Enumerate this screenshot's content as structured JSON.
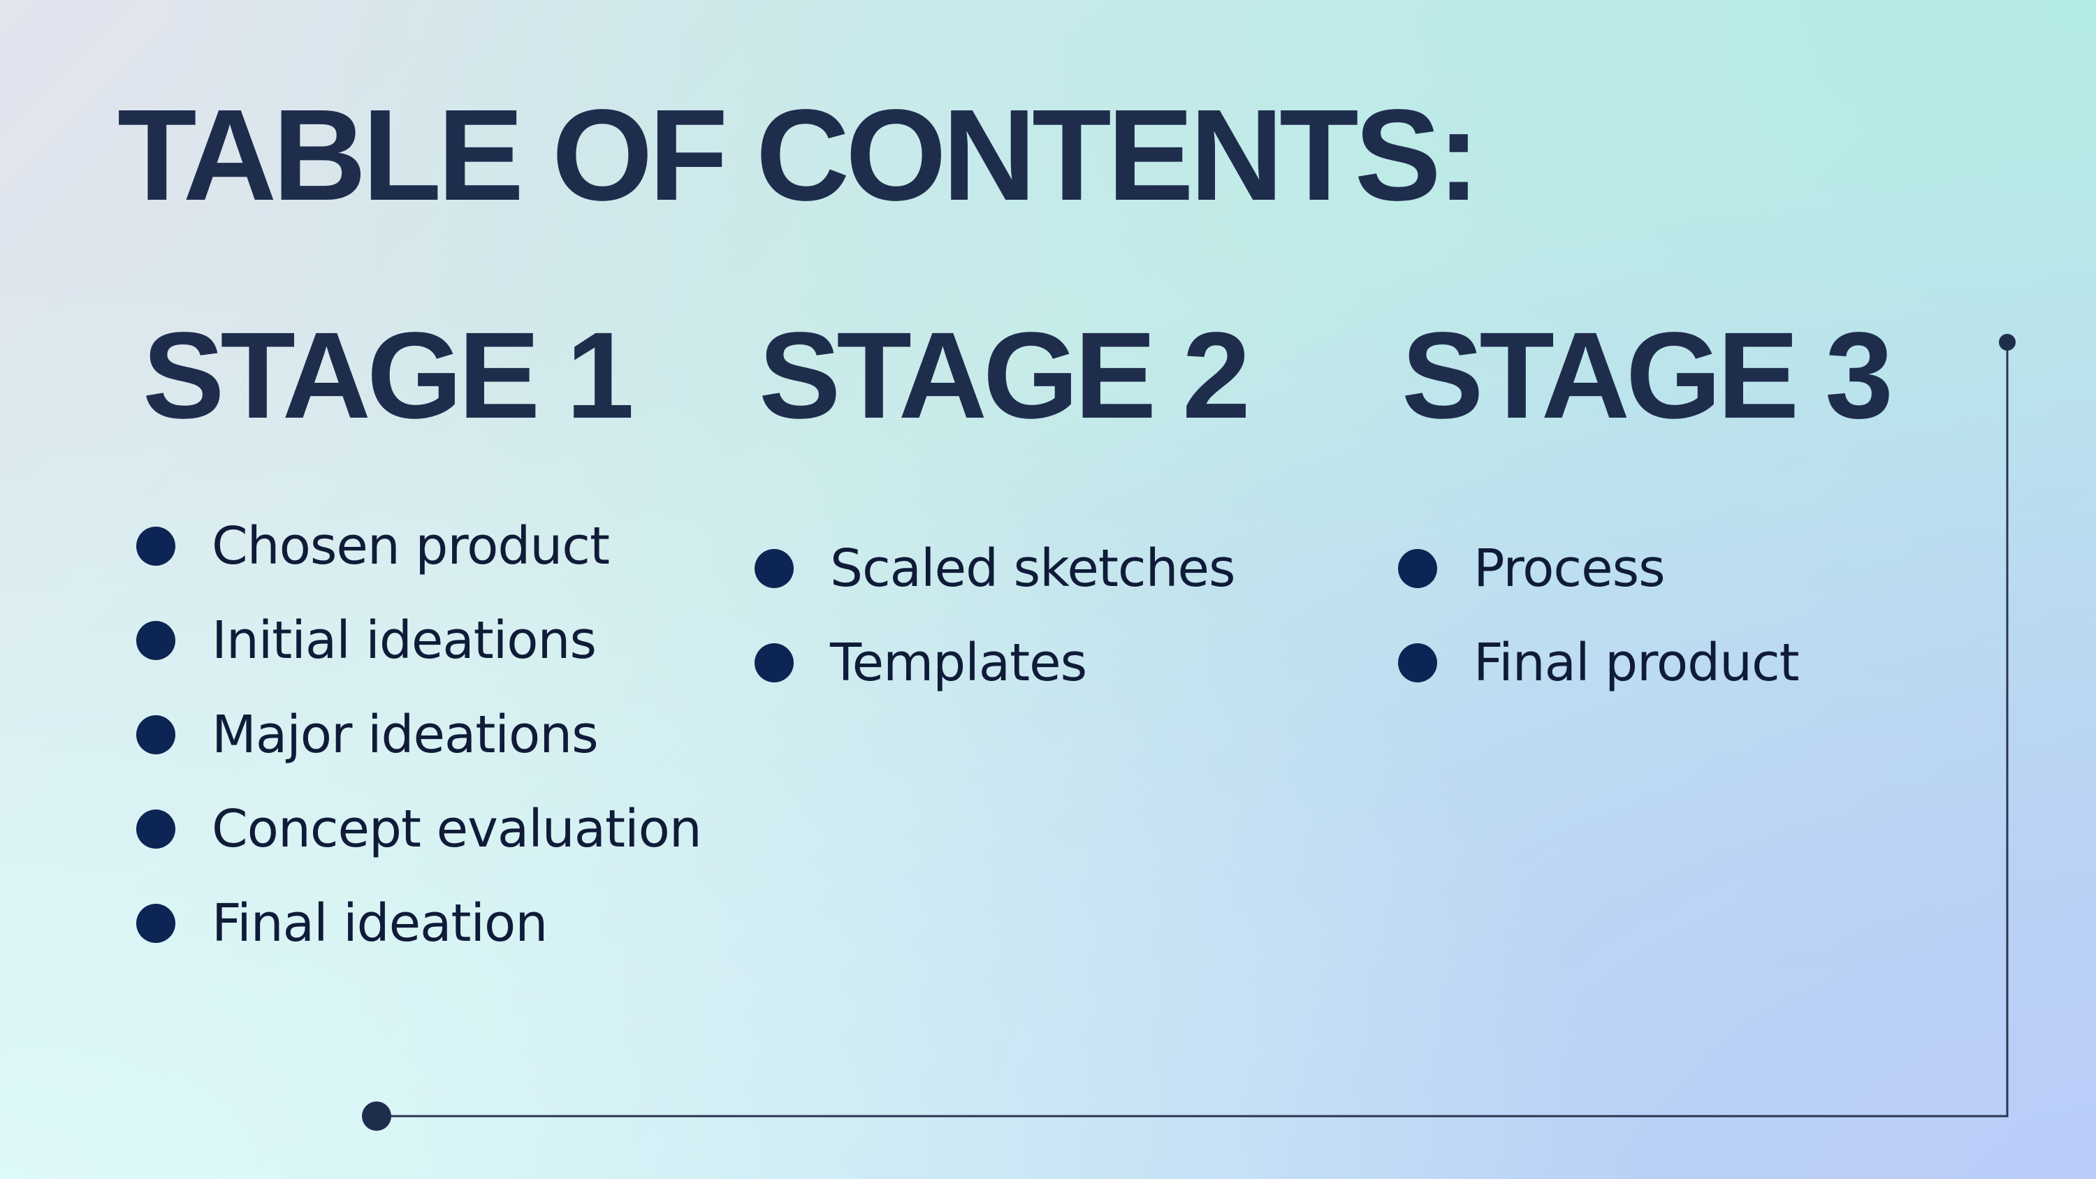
{
  "slide": {
    "title": "TABLE OF CONTENTS:",
    "colors": {
      "text": "#1f2d4d",
      "bullet": "#0c2554",
      "line": "#2a3550"
    },
    "stages": [
      {
        "heading": "STAGE 1",
        "items": [
          "Chosen product",
          "Initial ideations",
          "Major ideations",
          "Concept evaluation",
          "Final ideation"
        ]
      },
      {
        "heading": "STAGE 2",
        "items": [
          "Scaled sketches",
          "Templates"
        ]
      },
      {
        "heading": "STAGE 3",
        "items": [
          "Process",
          "Final product"
        ]
      }
    ]
  }
}
